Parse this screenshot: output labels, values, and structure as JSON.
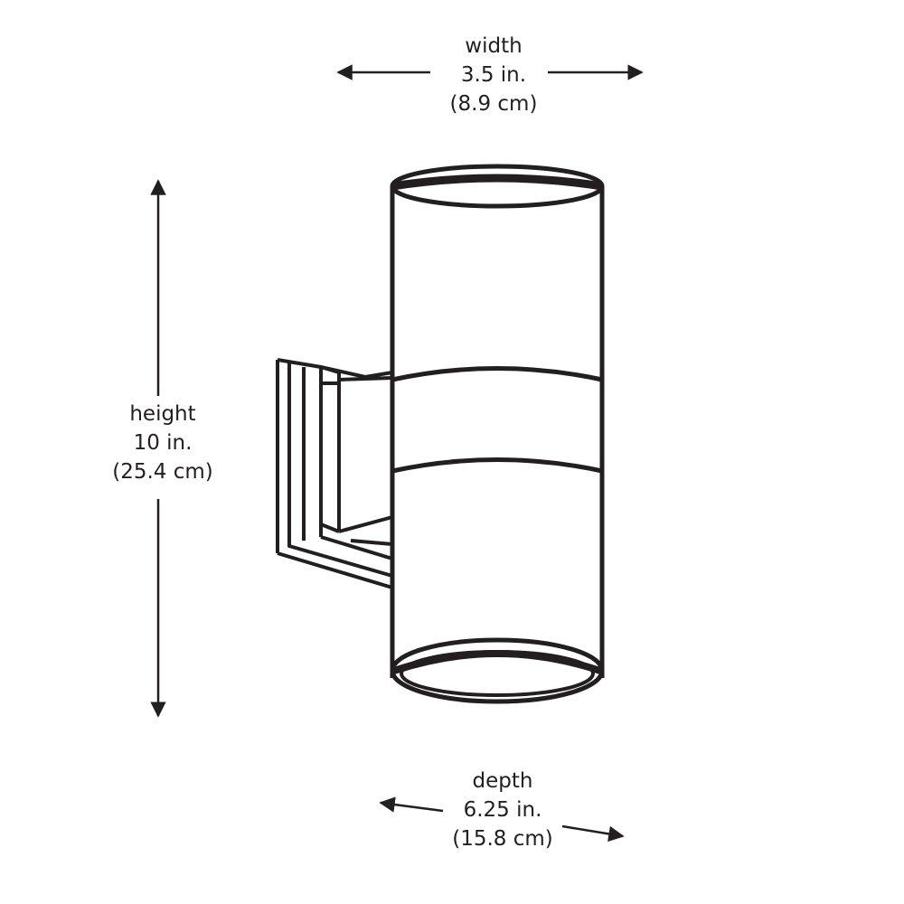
{
  "dimensions": {
    "width": {
      "name": "width",
      "imperial": "3.5 in.",
      "metric": "(8.9 cm)"
    },
    "height": {
      "name": "height",
      "imperial": "10 in.",
      "metric": "(25.4 cm)"
    },
    "depth": {
      "name": "depth",
      "imperial": "6.25 in.",
      "metric": "(15.8 cm)"
    }
  },
  "colors": {
    "line": "#231f20",
    "background": "#ffffff"
  }
}
